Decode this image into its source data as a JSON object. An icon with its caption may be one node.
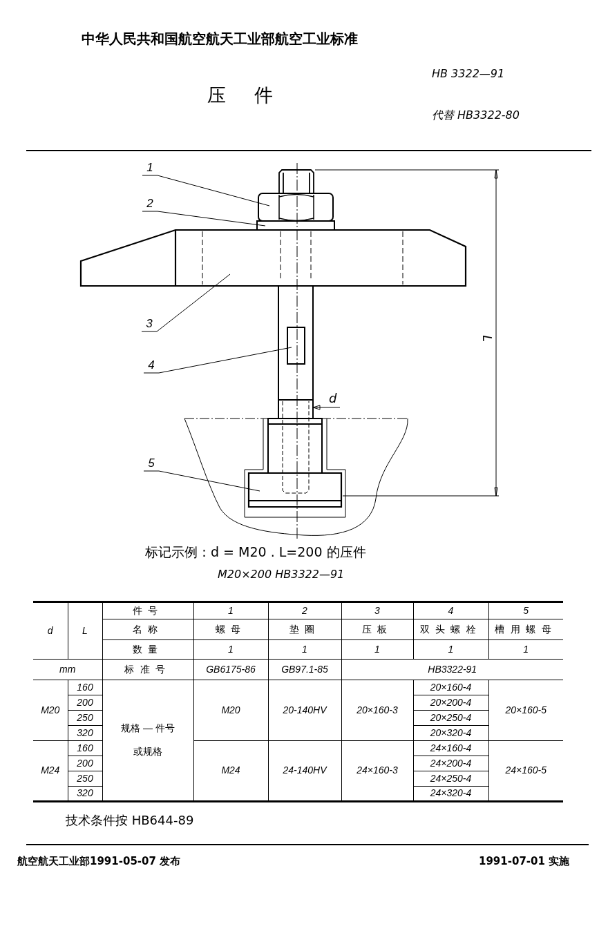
{
  "diagram": {
    "title": "压件",
    "nodes": [
      {
        "text": [
          "1"
        ]
      },
      {
        "text": [
          "2"
        ]
      },
      {
        "text": [
          "3"
        ]
      },
      {
        "text": [
          "4"
        ]
      },
      {
        "text": [
          "5"
        ]
      },
      {
        "text": [],
        "shape": "picture"
      },
      {
        "text": [],
        "shape": "box"
      },
      {
        "text": [],
        "shape": "picture"
      },
      {
        "text": [],
        "shape": "picture"
      },
      {
        "text": [],
        "shape": "picture"
      }
    ],
    "edges": [
      {
        "from": 0,
        "to": 5,
        "arrow": "none"
      },
      {
        "from": 1,
        "to": 6,
        "arrow": "none"
      },
      {
        "from": 2,
        "to": 7,
        "arrow": "none"
      },
      {
        "from": 3,
        "to": 8,
        "arrow": "none"
      },
      {
        "from": 4,
        "to": 9,
        "arrow": "none"
      }
    ],
    "labels": [
      "中华人民共和国航空航天工业部航空工业标准",
      "HB 3322—91",
      "代替 HB3322-80",
      "L",
      "d",
      "标记示例：d = M20 . L=200 的压件",
      "M20×200 HB3322—91",
      "d",
      "L",
      "件号",
      "1",
      "2",
      "3",
      "4",
      "5",
      "名称",
      "螺母",
      "垫圈",
      "压板",
      "双头螺栓",
      "槽用螺母",
      "数量",
      "1",
      "1",
      "1",
      "1",
      "1",
      "mm",
      "标准号",
      "GB6175-86",
      "GB97.1-85",
      "HB3322-91",
      "M20",
      "160",
      "规格 — 件号或规格",
      "M20",
      "20-140HV",
      "20×160-3",
      "20×160-4",
      "20×160-5",
      "200",
      "20×200-4",
      "250",
      "20×250-4",
      "320",
      "20×320-4",
      "M24",
      "160",
      "M24",
      "24-140HV",
      "24×160-3",
      "24×160-4",
      "24×160-5",
      "200",
      "24×200-4",
      "250",
      "24×250-4",
      "320",
      "24×320-4",
      "技术条件按 HB644-89",
      "航空航天工业部1991-05-07 发布",
      "1991-07-01 实施"
    ]
  }
}
